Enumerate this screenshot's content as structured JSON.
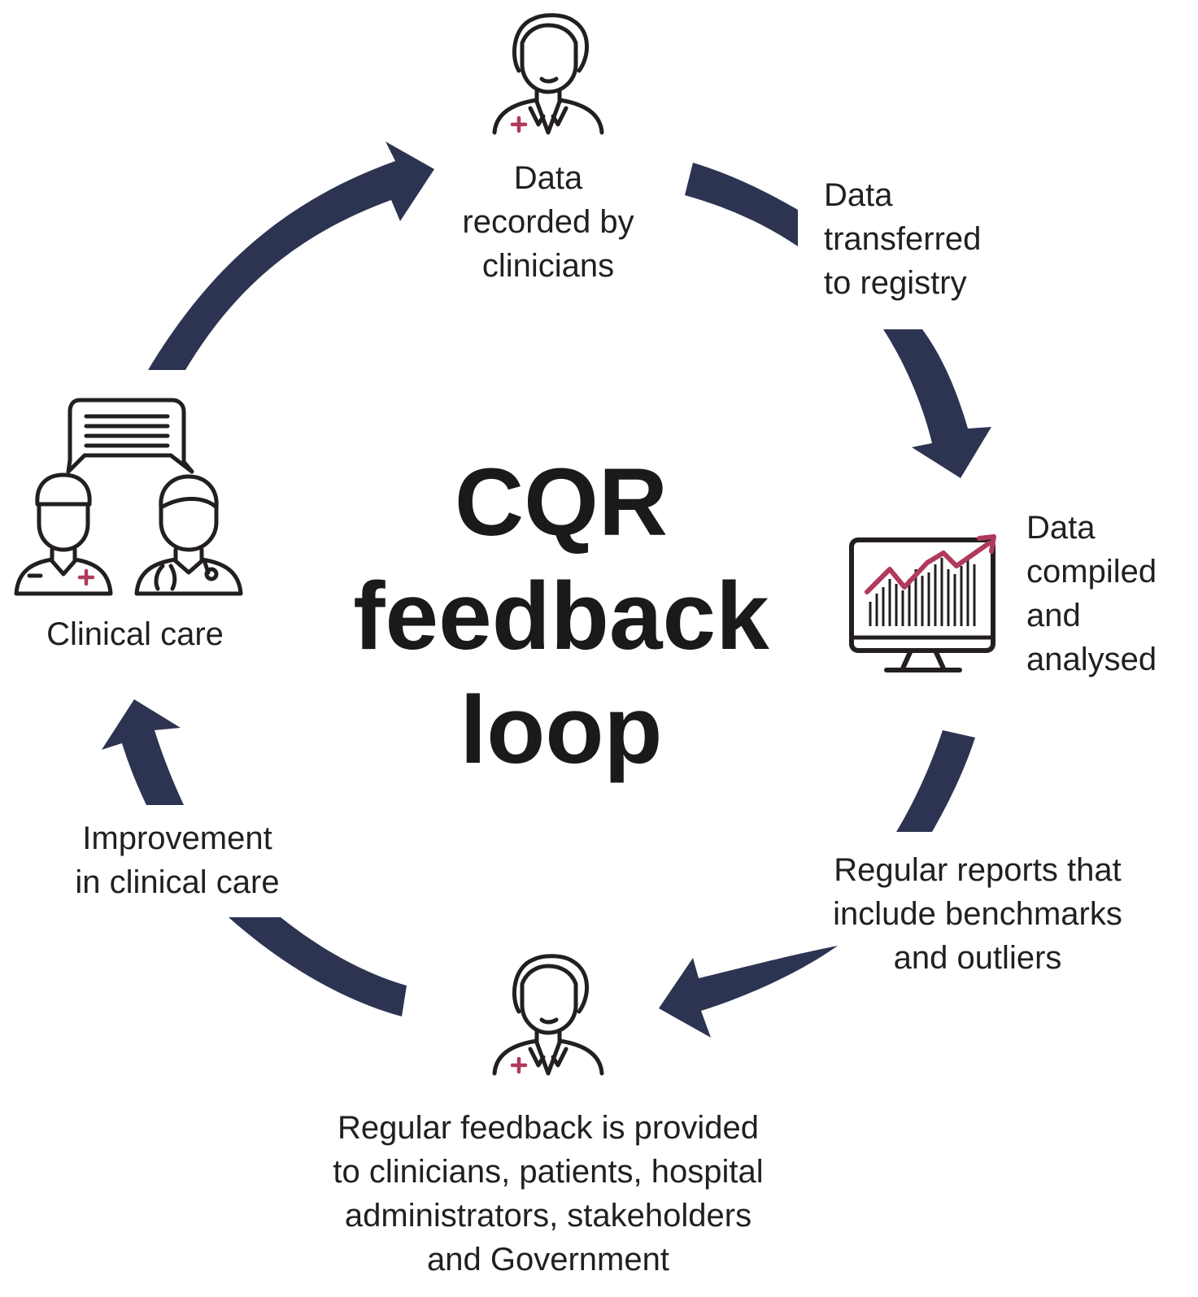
{
  "title": {
    "lines": [
      "CQR",
      "feedback",
      "loop"
    ]
  },
  "nodes": {
    "data_recorded": {
      "lines": [
        "Data",
        "recorded by",
        "clinicians"
      ],
      "icon": "clinician-icon"
    },
    "data_transferred": {
      "lines": [
        "Data",
        "transferred",
        "to registry"
      ]
    },
    "data_compiled": {
      "lines": [
        "Data",
        "compiled",
        "and",
        "analysed"
      ],
      "icon": "monitor-chart-icon"
    },
    "regular_reports": {
      "lines": [
        "Regular reports that",
        "include benchmarks",
        "and outliers"
      ]
    },
    "regular_feedback": {
      "lines": [
        "Regular feedback is provided",
        "to clinicians, patients, hospital",
        "administrators, stakeholders",
        "and Government"
      ],
      "icon": "clinician-icon"
    },
    "improvement": {
      "lines": [
        "Improvement",
        "in clinical care"
      ]
    },
    "clinical_care": {
      "lines": [
        "Clinical care"
      ],
      "icon": "clinicians-conversation-icon"
    }
  },
  "colors": {
    "arrow": "#2d3452",
    "accent": "#b03a5b",
    "icon_stroke": "#231f20"
  }
}
